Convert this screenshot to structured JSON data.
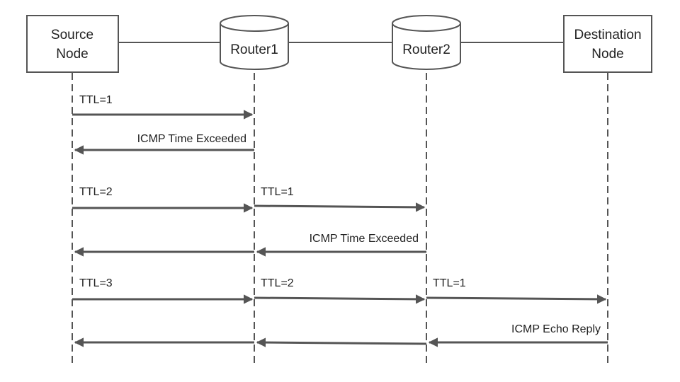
{
  "diagram": {
    "colors": {
      "line": "#555555",
      "text": "#222222",
      "background": "#ffffff"
    },
    "nodes": {
      "source": {
        "line1": "Source",
        "line2": "Node"
      },
      "router1": {
        "label": "Router1"
      },
      "router2": {
        "label": "Router2"
      },
      "destination": {
        "line1": "Destination",
        "line2": "Node"
      }
    },
    "messages": {
      "m1": "TTL=1",
      "m2": "ICMP Time Exceeded",
      "m3a": "TTL=2",
      "m3b": "TTL=1",
      "m4": "ICMP Time Exceeded",
      "m5a": "TTL=3",
      "m5b": "TTL=2",
      "m5c": "TTL=1",
      "m6": "ICMP Echo Reply"
    }
  }
}
